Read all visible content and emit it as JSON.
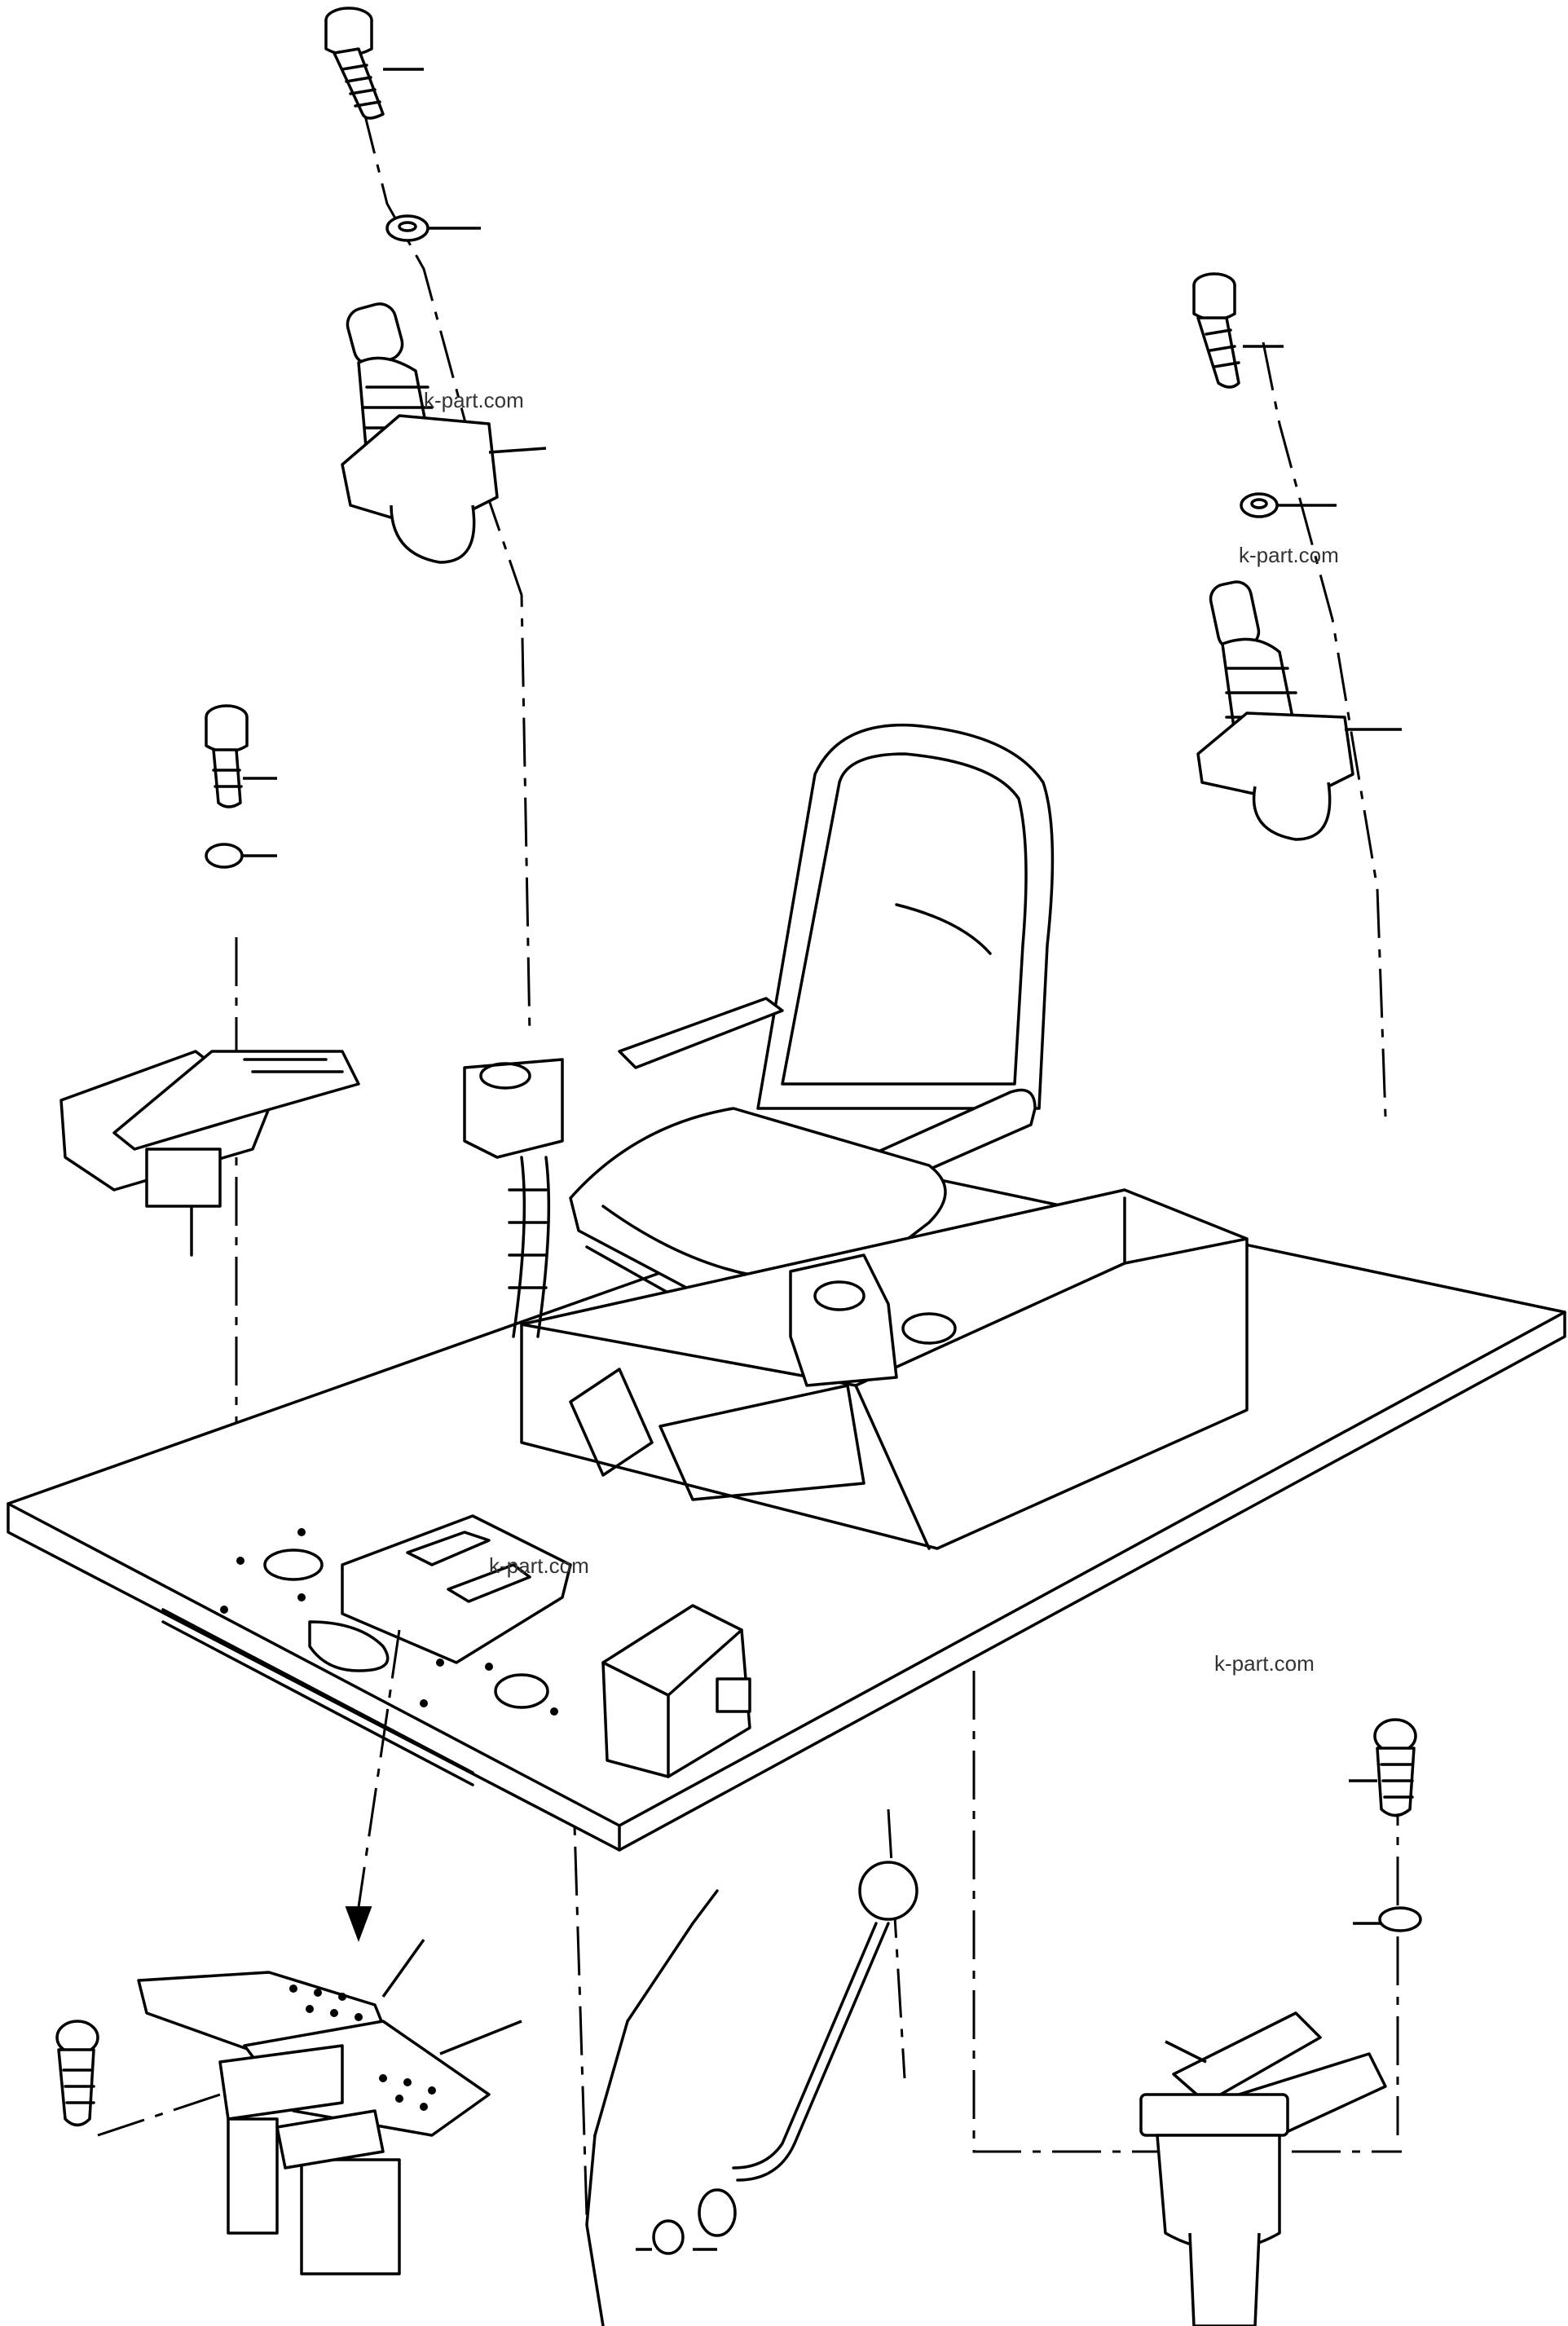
{
  "watermarks": [
    "k-part.com",
    "k-part.com",
    "k-part.com",
    "k-part.com"
  ],
  "components": {
    "seat": "operator-seat",
    "floor": "floor-plate",
    "joysticks": [
      "joystick-left",
      "joystick-right"
    ],
    "pedals": [
      "brake-pedal-assembly",
      "travel-pedal-left"
    ],
    "levers": [
      "travel-lever",
      "shift-lever-with-knob"
    ]
  },
  "colors": {
    "line": "#000000",
    "background": "#ffffff"
  }
}
